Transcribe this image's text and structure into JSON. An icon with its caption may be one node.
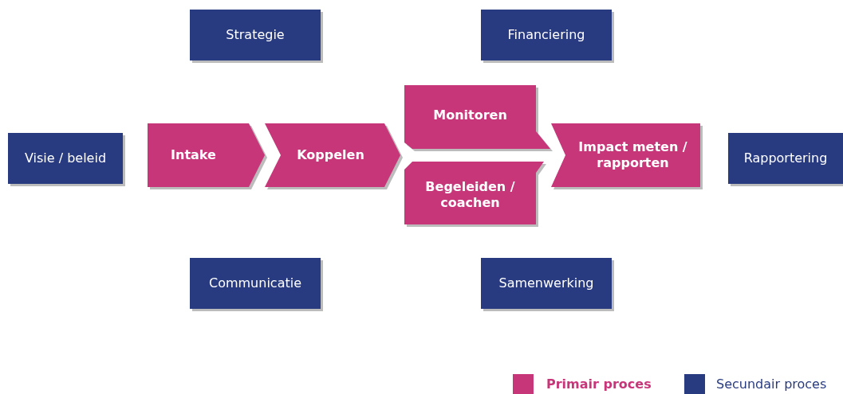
{
  "diagram": {
    "nodes": [
      {
        "text": [
          "Strategie"
        ]
      },
      {
        "text": [
          "Financiering"
        ]
      },
      {
        "text": [
          "Visie / beleid"
        ]
      },
      {
        "text": [
          "Intake"
        ]
      },
      {
        "text": [
          "Koppelen"
        ]
      },
      {
        "text": [
          "Monitoren"
        ]
      },
      {
        "text": [
          "Begeleiden / coachen"
        ]
      },
      {
        "text": [
          "Impact meten / rapporten"
        ]
      },
      {
        "text": [
          "Rapportering"
        ]
      },
      {
        "text": [
          "Communicatie"
        ]
      },
      {
        "text": [
          "Samenwerking"
        ]
      }
    ],
    "edges": [],
    "legend": [
      {
        "text": "Primair proces",
        "color": "#c8367a"
      },
      {
        "text": "Secundair proces",
        "color": "#283a80"
      }
    ]
  }
}
